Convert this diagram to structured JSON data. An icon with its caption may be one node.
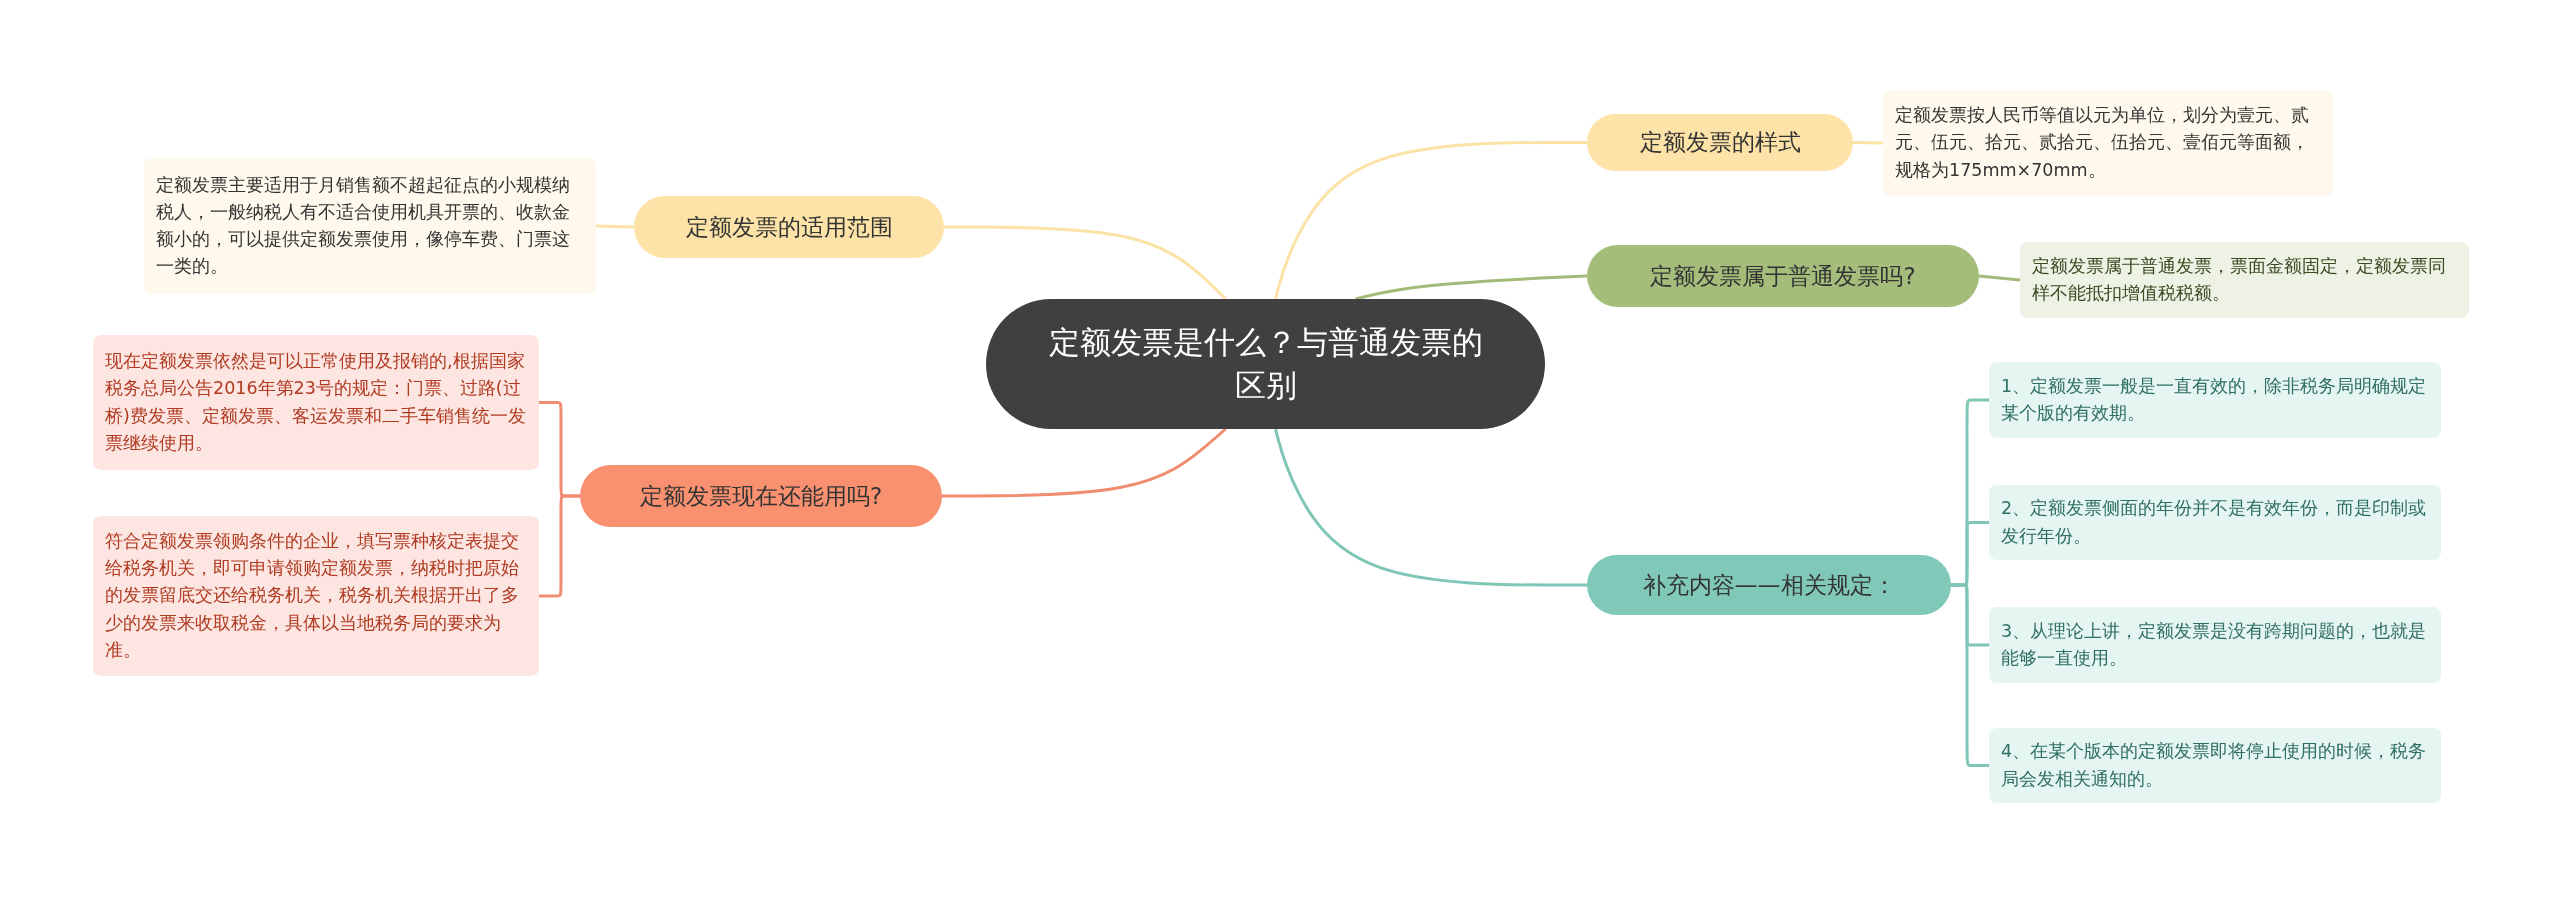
{
  "diagram": {
    "nodes": [
      {
        "text": [
          "定额发票是什么？与普通发票的区别"
        ]
      },
      {
        "text": [
          "定额发票的样式"
        ]
      },
      {
        "text": [
          "定额发票按人民币等值以元为单位，划分为壹元、贰元、伍元、拾元、贰拾元、伍拾元、壹佰元等面额，规格为175mm×70mm。"
        ]
      },
      {
        "text": [
          "定额发票的适用范围"
        ]
      },
      {
        "text": [
          "定额发票主要适用于月销售额不超起征点的小规模纳税人，一般纳税人有不适合使用机具开票的、收款金额小的，可以提供定额发票使用，像停车费、门票这一类的。"
        ]
      },
      {
        "text": [
          "定额发票属于普通发票吗?"
        ]
      },
      {
        "text": [
          "定额发票属于普通发票，票面金额固定，定额发票同样不能抵扣增值税税额。"
        ]
      },
      {
        "text": [
          "定额发票现在还能用吗?"
        ]
      },
      {
        "text": [
          "现在定额发票依然是可以正常使用及报销的,根据国家税务总局公告2016年第23号的规定：门票、过路(过桥)费发票、定额发票、客运发票和二手车销售统一发票继续使用。"
        ]
      },
      {
        "text": [
          "符合定额发票领购条件的企业，填写票种核定表提交给税务机关，即可申请领购定额发票，纳税时把原始的发票留底交还给税务机关，税务机关根据开出了多少的发票来收取税金，具体以当地税务局的要求为准。"
        ]
      },
      {
        "text": [
          "补充内容——相关规定："
        ]
      },
      {
        "text": [
          "1、定额发票一般是一直有效的，除非税务局明确规定某个版的有效期。"
        ]
      },
      {
        "text": [
          "2、定额发票侧面的年份并不是有效年份，而是印制或发行年份。"
        ]
      },
      {
        "text": [
          "3、从理论上讲，定额发票是没有跨期问题的，也就是能够一直使用。"
        ]
      },
      {
        "text": [
          "4、在某个版本的定额发票即将停止使用的时候，税务局会发相关通知的。"
        ]
      }
    ],
    "edges": [
      {
        "from": 0,
        "to": 1,
        "arrow": "none",
        "color": "#fbe3a6"
      },
      {
        "from": 1,
        "to": 2,
        "arrow": "none",
        "color": "#fbe3a6"
      },
      {
        "from": 0,
        "to": 3,
        "arrow": "none",
        "color": "#fbe3a6"
      },
      {
        "from": 3,
        "to": 4,
        "arrow": "none",
        "color": "#fbe3a6"
      },
      {
        "from": 0,
        "to": 5,
        "arrow": "none",
        "color": "#a3bb79"
      },
      {
        "from": 5,
        "to": 6,
        "arrow": "none",
        "color": "#a3bb79"
      },
      {
        "from": 0,
        "to": 7,
        "arrow": "none",
        "color": "#f08c6f"
      },
      {
        "from": 7,
        "to": 8,
        "arrow": "none",
        "color": "#f08c6f"
      },
      {
        "from": 7,
        "to": 9,
        "arrow": "none",
        "color": "#f08c6f"
      },
      {
        "from": 0,
        "to": 10,
        "arrow": "none",
        "color": "#7fc6b7"
      },
      {
        "from": 10,
        "to": 11,
        "arrow": "none",
        "color": "#7fc6b7"
      },
      {
        "from": 10,
        "to": 12,
        "arrow": "none",
        "color": "#7fc6b7"
      },
      {
        "from": 10,
        "to": 13,
        "arrow": "none",
        "color": "#7fc6b7"
      },
      {
        "from": 10,
        "to": 14,
        "arrow": "none",
        "color": "#7fc6b7"
      }
    ]
  }
}
